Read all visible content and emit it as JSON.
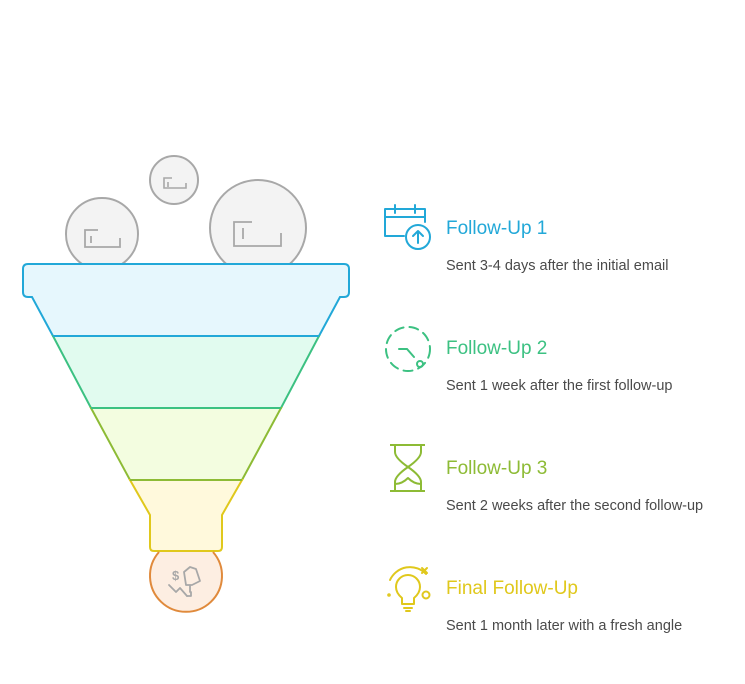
{
  "diagram": {
    "type": "funnel",
    "input_bubbles": [
      "email-icon",
      "email-icon",
      "email-icon"
    ],
    "output": "lost-revenue-icon",
    "colors": {
      "stage1": "#22a8d8",
      "stage2": "#3cc182",
      "stage3": "#8dbb35",
      "stage4": "#e0c81c",
      "output": "#e08a3c",
      "bubble": "#a8a8a8"
    }
  },
  "steps": [
    {
      "title": "Follow-Up 1",
      "description": "Sent 3-4 days after the initial email",
      "icon": "calendar-upload-icon",
      "color": "#22a8d8"
    },
    {
      "title": "Follow-Up 2",
      "description": "Sent 1 week after the first follow-up",
      "icon": "clock-dashed-icon",
      "color": "#3cc182"
    },
    {
      "title": "Follow-Up 3",
      "description": "Sent 2 weeks after the second follow-up",
      "icon": "hourglass-icon",
      "color": "#8dbb35"
    },
    {
      "title": "Final Follow-Up",
      "description": "Sent 1 month later with a fresh angle",
      "icon": "lightbulb-icon",
      "color": "#e0c81c"
    }
  ]
}
